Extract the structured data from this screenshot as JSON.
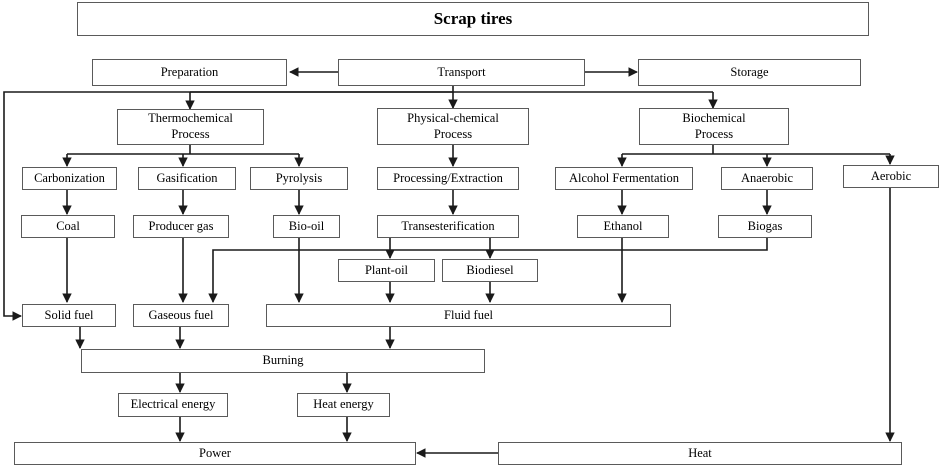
{
  "diagram": {
    "nodes": {
      "scrap_tires": "Scrap tires",
      "preparation": "Preparation",
      "transport": "Transport",
      "storage": "Storage",
      "thermochemical": "Thermochemical\nProcess",
      "physical_chemical": "Physical-chemical\nProcess",
      "biochemical": "Biochemical\nProcess",
      "carbonization": "Carbonization",
      "gasification": "Gasification",
      "pyrolysis": "Pyrolysis",
      "processing_extraction": "Processing/Extraction",
      "alcohol_fermentation": "Alcohol Fermentation",
      "anaerobic": "Anaerobic",
      "aerobic": "Aerobic",
      "coal": "Coal",
      "producer_gas": "Producer gas",
      "bio_oil": "Bio-oil",
      "transesterification": "Transesterification",
      "ethanol": "Ethanol",
      "biogas": "Biogas",
      "plant_oil": "Plant-oil",
      "biodiesel": "Biodiesel",
      "solid_fuel": "Solid fuel",
      "gaseous_fuel": "Gaseous fuel",
      "fluid_fuel": "Fluid fuel",
      "burning": "Burning",
      "electrical_energy": "Electrical energy",
      "heat_energy": "Heat energy",
      "power": "Power",
      "heat": "Heat"
    }
  }
}
